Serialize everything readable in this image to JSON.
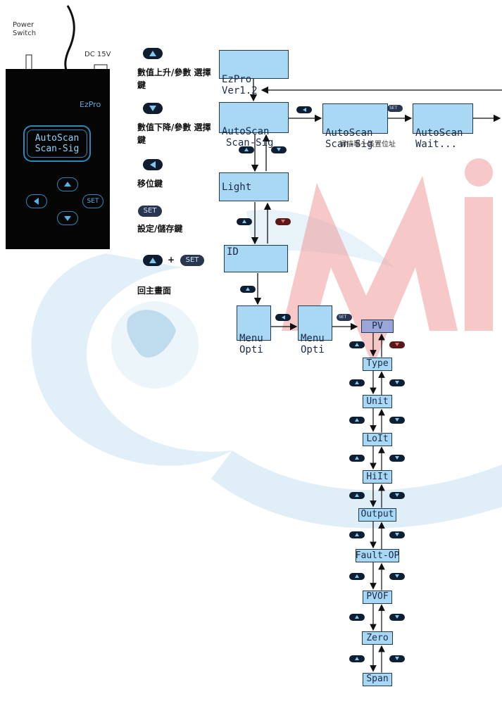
{
  "device": {
    "power_label": "Power Switch",
    "dc_label": "DC 15V",
    "brand": "EzPro",
    "lcd_line1": "AutoScan",
    "lcd_line2": "Scan-Sig",
    "set_label": "SET"
  },
  "legend": [
    {
      "icon": "up-arrow-key-icon",
      "text": "數值上升/參數 選擇鍵"
    },
    {
      "icon": "down-arrow-key-icon",
      "text": "數值下降/參數 選擇鍵"
    },
    {
      "icon": "left-arrow-key-icon",
      "text": "移位鍵"
    },
    {
      "icon": "set-key-icon",
      "text": "設定/儲存鍵"
    },
    {
      "icon": "up-plus-set-icon",
      "text": "回主畫面"
    }
  ],
  "legend_plus": "+",
  "set_key_label": "SET",
  "screens": {
    "ver": [
      "EzPro",
      "Ver1.2"
    ],
    "autoscan": [
      "AutoScan",
      "Scan-Sig"
    ],
    "autoscan2": [
      "AutoScan",
      "Scan-Sig"
    ],
    "autoscan_wait": [
      "AutoScan",
      "Wait..."
    ],
    "light": "Light",
    "id": "ID",
    "menu1": [
      "Menu",
      "Opti"
    ],
    "menu2": [
      "Menu",
      "Opti"
    ]
  },
  "scan_caption": "掃描單一裝置位址",
  "menu_chain": [
    "PV",
    "Type",
    "Unit",
    "LoIt",
    "HiIt",
    "Output",
    "Fault-OP",
    "PVOF",
    "Zero",
    "Span"
  ],
  "watermark": "Mi",
  "colors": {
    "lcd": "#a8d8f4",
    "key": "#0f1f33",
    "glyph": "#7ec8ee",
    "watermark": "#e88b8b"
  }
}
